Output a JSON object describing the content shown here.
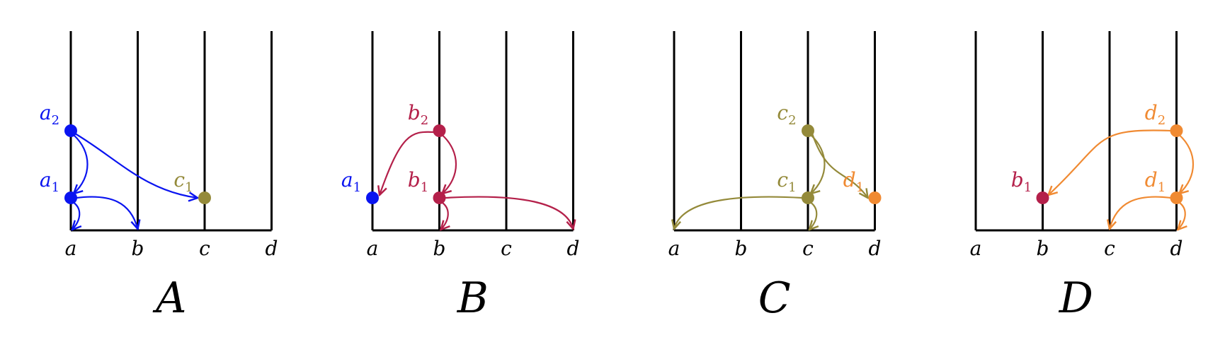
{
  "colors": {
    "a": "#0a14f0",
    "b": "#b4204a",
    "c": "#948a3a",
    "d": "#f08a32"
  },
  "axis_labels": [
    "a",
    "b",
    "c",
    "d"
  ],
  "panels": [
    {
      "caption": "A",
      "nodes": [
        {
          "id": "a2",
          "letter": "a",
          "sub": "2",
          "col": "a",
          "level": 2,
          "color": "a",
          "label_side": "left"
        },
        {
          "id": "a1",
          "letter": "a",
          "sub": "1",
          "col": "a",
          "level": 1,
          "color": "a",
          "label_side": "left"
        },
        {
          "id": "c1",
          "letter": "c",
          "sub": "1",
          "col": "c",
          "level": 1,
          "color": "c",
          "label_side": "left"
        }
      ],
      "edges": [
        {
          "from": "a2",
          "to": "a1",
          "color": "a"
        },
        {
          "from": "a2",
          "to": "c1",
          "color": "a"
        },
        {
          "from": "a1",
          "to": "base:a",
          "color": "a"
        },
        {
          "from": "a1",
          "to": "base:b",
          "color": "a"
        }
      ]
    },
    {
      "caption": "B",
      "nodes": [
        {
          "id": "b2",
          "letter": "b",
          "sub": "2",
          "col": "b",
          "level": 2,
          "color": "b",
          "label_side": "left"
        },
        {
          "id": "b1",
          "letter": "b",
          "sub": "1",
          "col": "b",
          "level": 1,
          "color": "b",
          "label_side": "left"
        },
        {
          "id": "a1",
          "letter": "a",
          "sub": "1",
          "col": "a",
          "level": 1,
          "color": "a",
          "label_side": "left"
        }
      ],
      "edges": [
        {
          "from": "b2",
          "to": "a1",
          "color": "b"
        },
        {
          "from": "b2",
          "to": "b1",
          "color": "b"
        },
        {
          "from": "b1",
          "to": "base:b",
          "color": "b"
        },
        {
          "from": "b1",
          "to": "base:d",
          "color": "b"
        }
      ]
    },
    {
      "caption": "C",
      "nodes": [
        {
          "id": "c2",
          "letter": "c",
          "sub": "2",
          "col": "c",
          "level": 2,
          "color": "c",
          "label_side": "left"
        },
        {
          "id": "c1",
          "letter": "c",
          "sub": "1",
          "col": "c",
          "level": 1,
          "color": "c",
          "label_side": "left"
        },
        {
          "id": "d1",
          "letter": "d",
          "sub": "1",
          "col": "d",
          "level": 1,
          "color": "d",
          "label_side": "left"
        }
      ],
      "edges": [
        {
          "from": "c2",
          "to": "c1",
          "color": "c"
        },
        {
          "from": "c2",
          "to": "d1",
          "color": "c"
        },
        {
          "from": "c1",
          "to": "base:a",
          "color": "c"
        },
        {
          "from": "c1",
          "to": "base:c",
          "color": "c"
        }
      ]
    },
    {
      "caption": "D",
      "nodes": [
        {
          "id": "d2",
          "letter": "d",
          "sub": "2",
          "col": "d",
          "level": 2,
          "color": "d",
          "label_side": "left"
        },
        {
          "id": "d1",
          "letter": "d",
          "sub": "1",
          "col": "d",
          "level": 1,
          "color": "d",
          "label_side": "left"
        },
        {
          "id": "b1",
          "letter": "b",
          "sub": "1",
          "col": "b",
          "level": 1,
          "color": "b",
          "label_side": "left"
        }
      ],
      "edges": [
        {
          "from": "d2",
          "to": "b1",
          "color": "d"
        },
        {
          "from": "d2",
          "to": "d1",
          "color": "d"
        },
        {
          "from": "d1",
          "to": "base:c",
          "color": "d"
        },
        {
          "from": "d1",
          "to": "base:d",
          "color": "d"
        }
      ]
    }
  ]
}
